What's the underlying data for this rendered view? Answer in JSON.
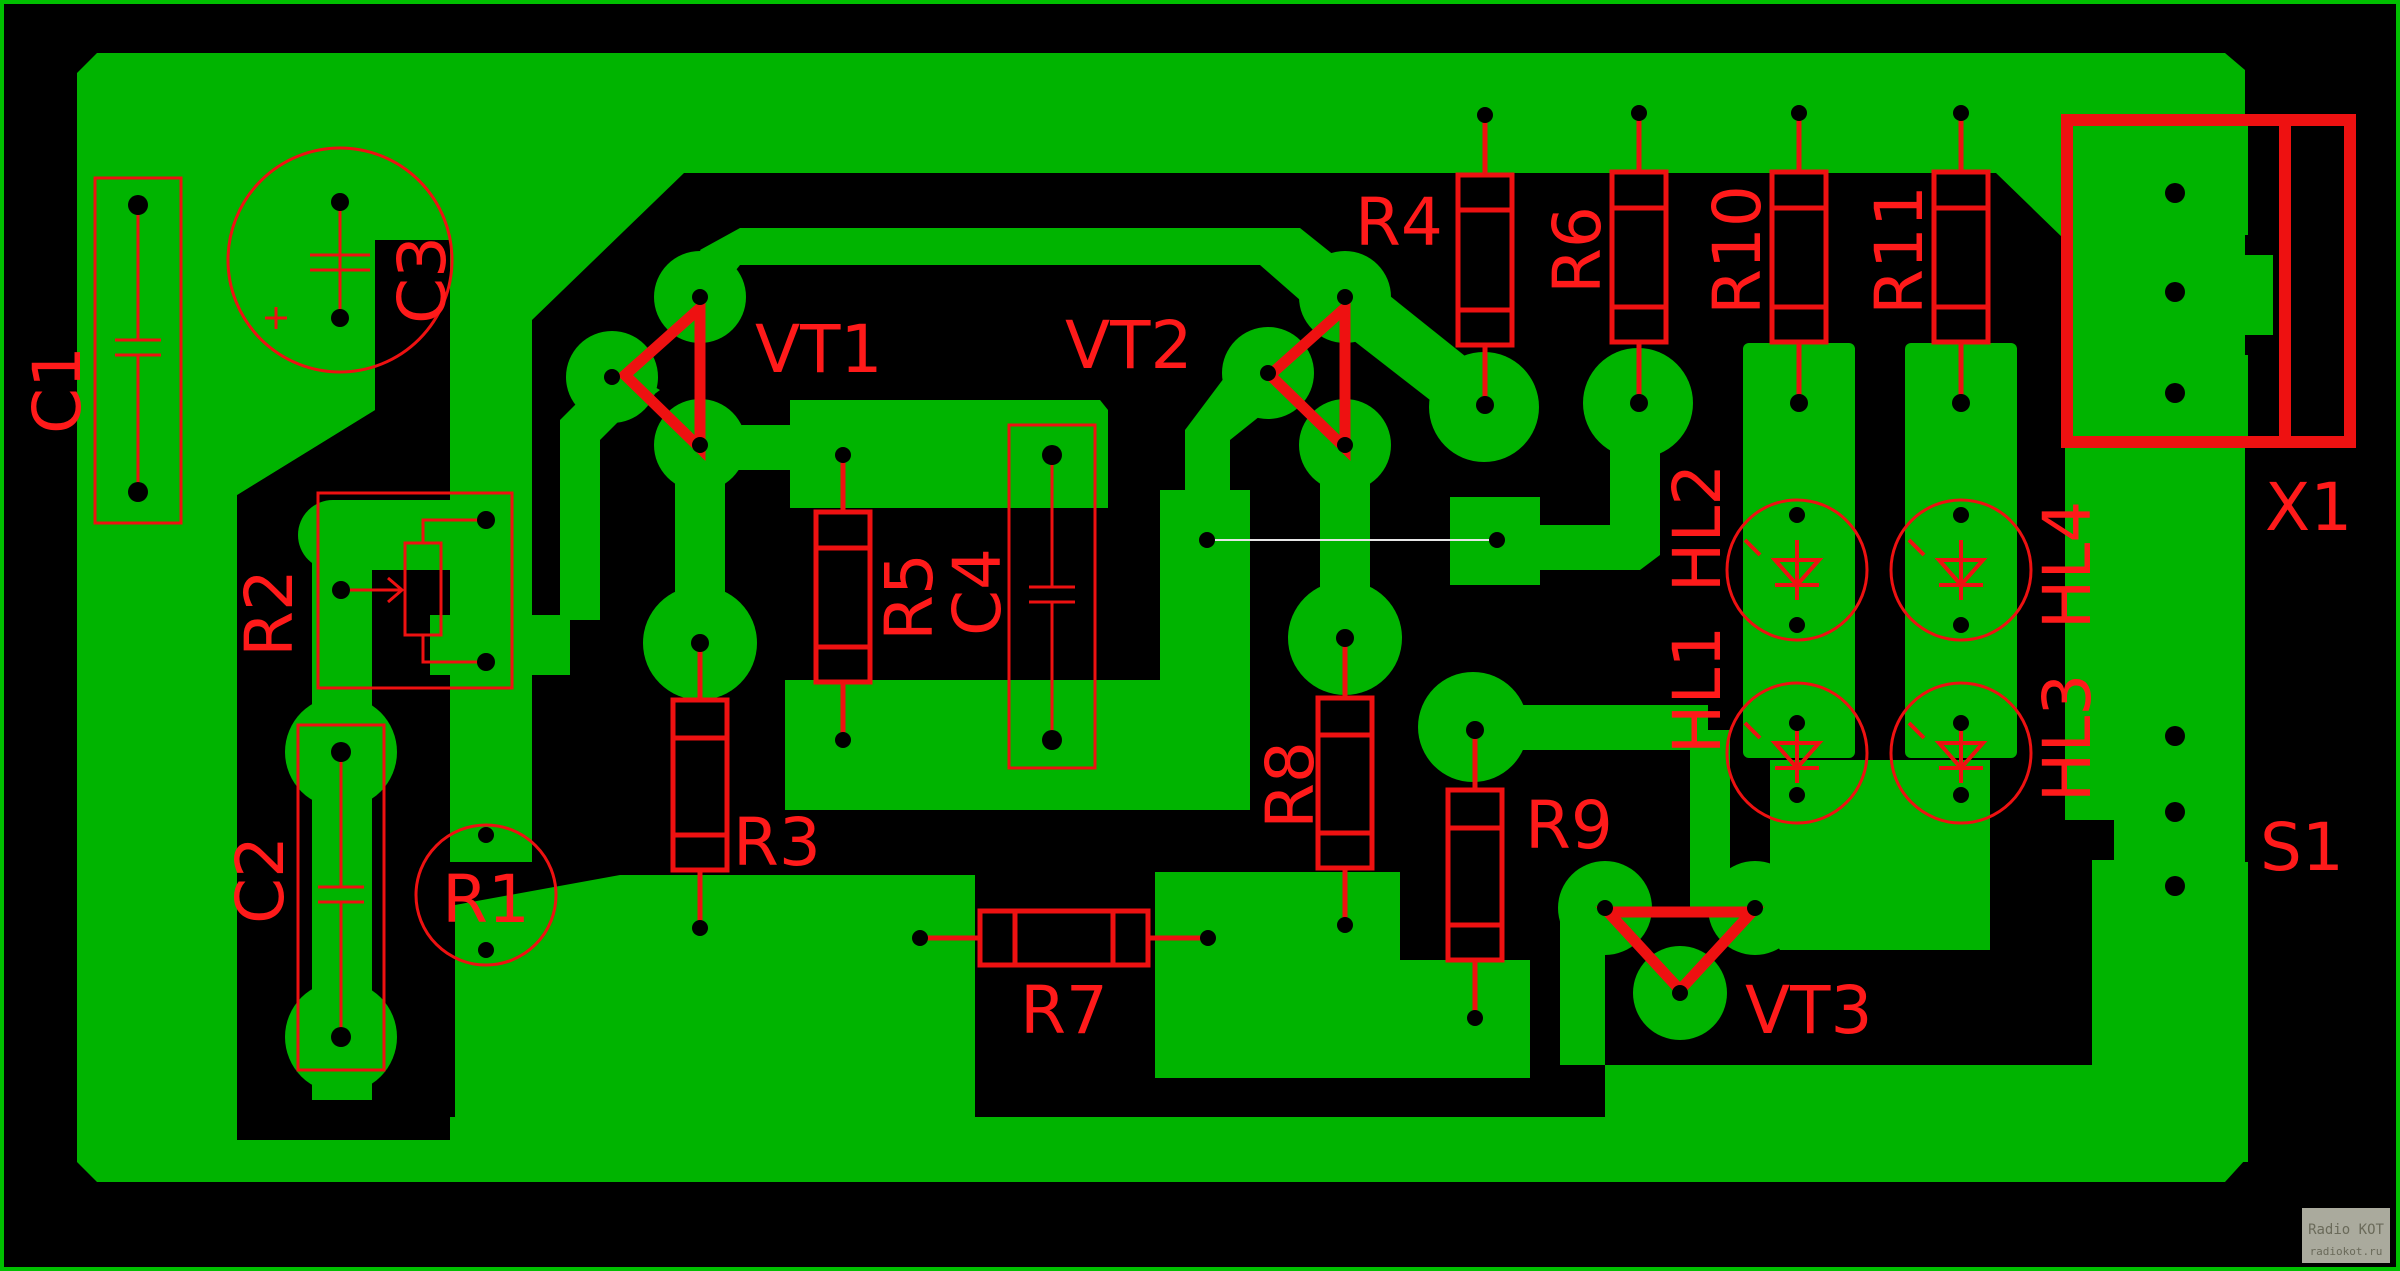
{
  "colors": {
    "background": "#000000",
    "frame": "#00c000",
    "copper": "#00b400",
    "silkscreen": "#ee1111",
    "pad_hole": "#000000"
  },
  "labels": {
    "c1": "C1",
    "c2": "C2",
    "c3": "C3",
    "c4": "C4",
    "r1": "R1",
    "r2": "R2",
    "r3": "R3",
    "r4": "R4",
    "r5": "R5",
    "r6": "R6",
    "r7": "R7",
    "r8": "R8",
    "r9": "R9",
    "r10": "R10",
    "r11": "R11",
    "vt1": "VT1",
    "vt2": "VT2",
    "vt3": "VT3",
    "hl1": "HL1",
    "hl2": "HL2",
    "hl3": "HL3",
    "hl4": "HL4",
    "x1": "X1",
    "s1": "S1"
  },
  "watermark": {
    "line1": "Radio KOT",
    "line2": "radiokot.ru"
  }
}
